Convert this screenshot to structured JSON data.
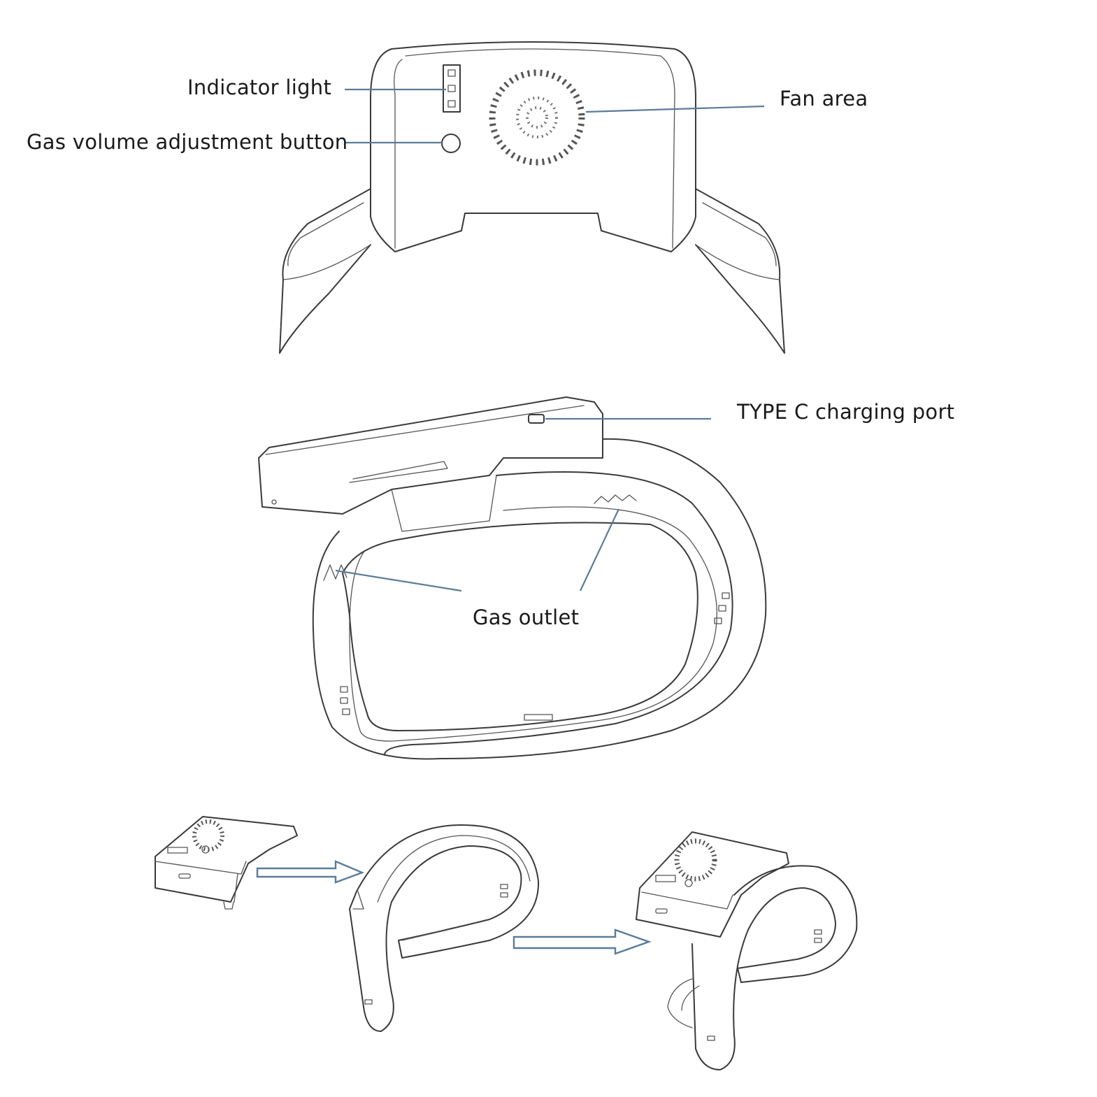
{
  "labels": {
    "indicator_light": "Indicator light",
    "gas_volume_button": "Gas volume adjustment button",
    "fan_area": "Fan area",
    "type_c_port": "TYPE C charging port",
    "gas_outlet": "Gas outlet"
  },
  "colors": {
    "leader_line": "#5b7c99",
    "outline": "#3a3a3a",
    "background": "#ffffff"
  }
}
